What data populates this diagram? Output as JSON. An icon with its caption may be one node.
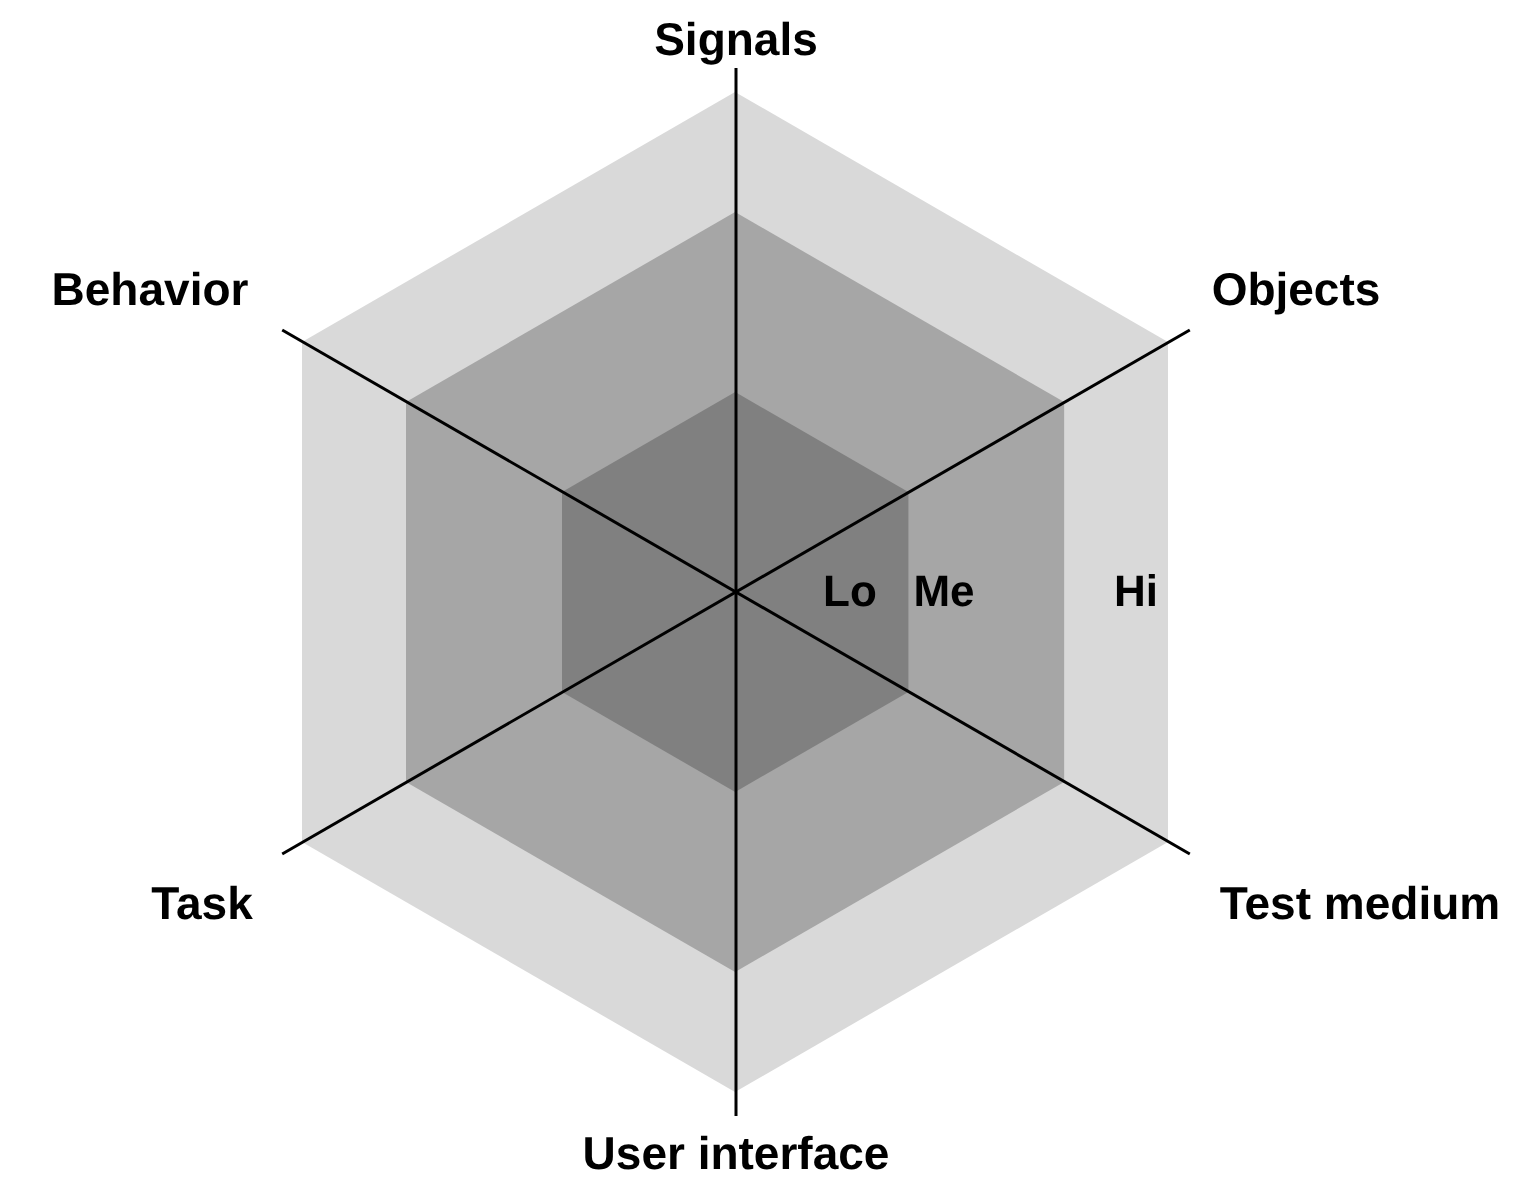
{
  "diagram": {
    "nodes": [
      {
        "text": [
          "Hi"
        ]
      },
      {
        "text": [
          "Me"
        ],
        "in": 0
      },
      {
        "text": [
          "Lo"
        ],
        "in": 1
      }
    ],
    "labels": [
      "Signals",
      "Behavior",
      "Objects",
      "Task",
      "Test medium",
      "User interface"
    ]
  }
}
